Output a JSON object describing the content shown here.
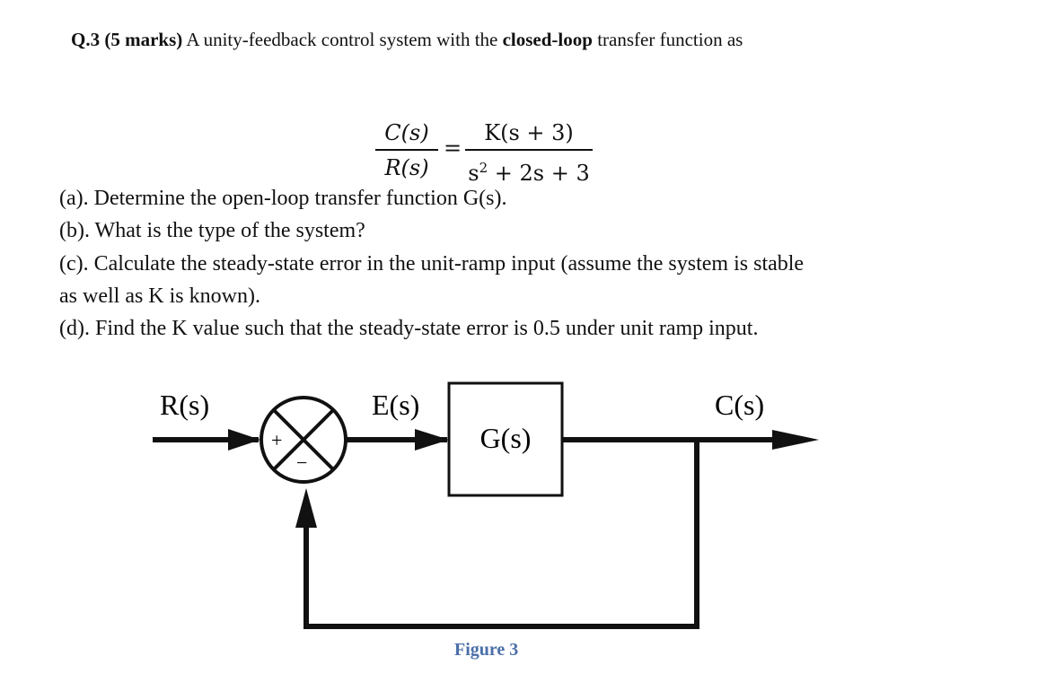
{
  "question": {
    "number": "Q.3",
    "marks": "(5 marks)",
    "intro_pre": "A unity-feedback control system with the",
    "intro_bold": "closed-loop",
    "intro_post": "transfer function as"
  },
  "equation": {
    "lhs_num": "C(s)",
    "lhs_den": "R(s)",
    "eq": "=",
    "rhs_num": "K(s + 3)",
    "rhs_den_a": "s",
    "rhs_den_exp": "2",
    "rhs_den_b": " + 2s + 3"
  },
  "parts": [
    "(a). Determine the open-loop transfer function G(s).",
    "(b). What is the type of the system?",
    "(c). Calculate the steady-state error in the unit-ramp input (assume the system is stable",
    "as well as K is known).",
    "(d). Find the K value such that the steady-state error is 0.5 under unit ramp input."
  ],
  "diagram": {
    "input_label": "R(s)",
    "error_label": "E(s)",
    "block_label": "G(s)",
    "output_label": "C(s)",
    "plus_sign": "+",
    "minus_sign": "−"
  },
  "figure_caption": "Figure 3"
}
